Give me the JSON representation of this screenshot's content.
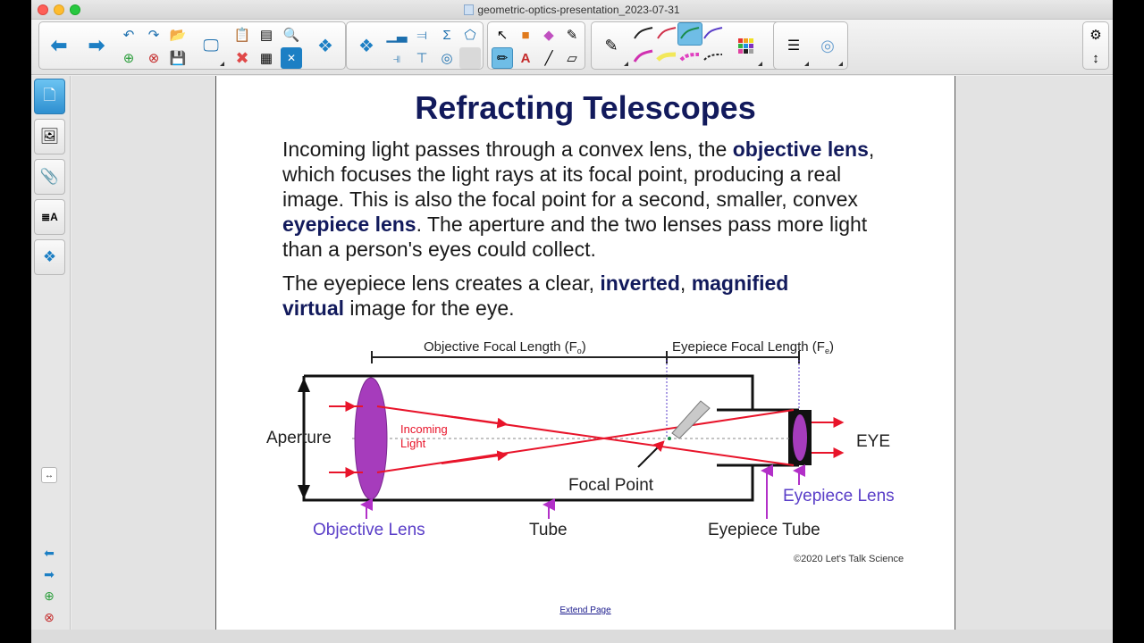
{
  "window": {
    "title": "geometric-optics-presentation_2023-07-31"
  },
  "toolbar": {
    "groups": [
      {
        "name": "navigation",
        "items": [
          "back-arrow-icon",
          "forward-arrow-icon"
        ]
      },
      {
        "name": "edit",
        "items": [
          "undo-icon",
          "redo-icon",
          "open-folder-icon",
          "add-page-icon",
          "delete-page-icon",
          "save-icon",
          "screen-present-icon",
          "paste-icon",
          "screen-shade-icon",
          "spotlight-icon",
          "delete-x-icon",
          "table-icon",
          "close-square-icon",
          "addon-puzzle-icon"
        ]
      },
      {
        "name": "math",
        "items": [
          "addon-puzzle-icon",
          "bar-chart-icon",
          "align-right-icon",
          "sigma-icon",
          "pentagon-icon",
          "align-left-icon",
          "align-center-icon",
          "geogebra-icon"
        ]
      },
      {
        "name": "tools",
        "items": [
          "select-pointer-icon",
          "shapes-fill-icon",
          "eraser-pink-icon",
          "magic-pen-icon",
          "pens-icon",
          "text-icon",
          "line-icon",
          "eraser-icon"
        ]
      },
      {
        "name": "pen-styles",
        "items": [
          "pen-icon",
          "pen-style-black",
          "pen-style-red",
          "pen-style-green",
          "pen-style-purple",
          "pen-style-magenta",
          "pen-style-yellow",
          "pen-style-pink",
          "pen-style-dashed"
        ]
      },
      {
        "name": "properties",
        "items": [
          "color-palette-icon",
          "line-weight-icon",
          "fill-icon"
        ]
      }
    ],
    "settings_icon": "gear-icon",
    "resize_icon": "up-down-arrows-icon"
  },
  "sidebar": {
    "tabs": [
      "page-sorter-icon",
      "gallery-icon",
      "attachments-icon",
      "properties-icon",
      "addons-icon"
    ],
    "bottom": [
      "previous-page-icon",
      "next-page-icon",
      "add-page-icon",
      "delete-page-icon"
    ]
  },
  "slide": {
    "title": "Refracting Telescopes",
    "p1": {
      "t1": "Incoming light passes through a convex lens, the ",
      "b1": "objective lens",
      "t2": ", which focuses the light rays at its focal point, producing a real image. This is also the focal point for a second, smaller, convex ",
      "b2": "eyepiece lens",
      "t3": ". The aperture and the two lenses pass more light than a person's eyes could collect."
    },
    "p2": {
      "t1": "The eyepiece lens creates a clear, ",
      "b1": "inverted",
      "t2": ", ",
      "b2": "magnified virtual",
      "t3": " image for the eye."
    },
    "diagram": {
      "objective_focal_length": "Objective Focal Length (F",
      "objective_sub": "o",
      "eyepiece_focal_length": "Eyepiece Focal Length (F",
      "eyepiece_sub": "e",
      "close_paren": ")",
      "aperture": "Aperture",
      "incoming": "Incoming",
      "light": "Light",
      "eye": "EYE",
      "focal_point": "Focal Point",
      "objective_lens": "Objective Lens",
      "tube": "Tube",
      "eyepiece_tube": "Eyepiece Tube",
      "eyepiece_lens": "Eyepiece Lens"
    },
    "copyright": "©2020 Let's Talk Science",
    "extend_page": "Extend Page"
  },
  "colors": {
    "title": "#121a5c",
    "ray": "#e8142a",
    "lens": "#a63cbc",
    "lens_label": "#5a3ec8",
    "pointer_arrow": "#b230c8",
    "active_tab": "#3797db"
  }
}
